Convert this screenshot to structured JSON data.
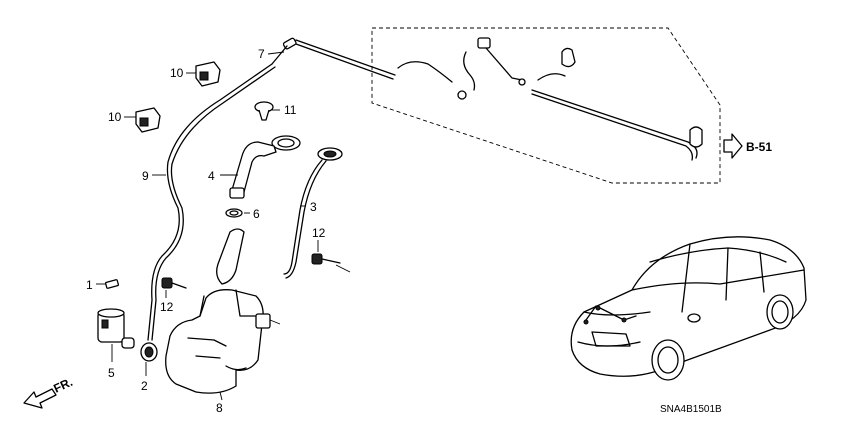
{
  "callouts": {
    "c1": "1",
    "c2": "2",
    "c3": "3",
    "c4": "4",
    "c5": "5",
    "c6": "6",
    "c7": "7",
    "c8": "8",
    "c9": "9",
    "c10a": "10",
    "c10b": "10",
    "c11": "11",
    "c12a": "12",
    "c12b": "12"
  },
  "reference": "B-51",
  "front_label": "FR.",
  "diagram_code": "SNA4B1501B",
  "icons": {
    "reference_arrow": "outline-right-arrow-icon",
    "front_arrow": "front-direction-arrow-icon"
  }
}
